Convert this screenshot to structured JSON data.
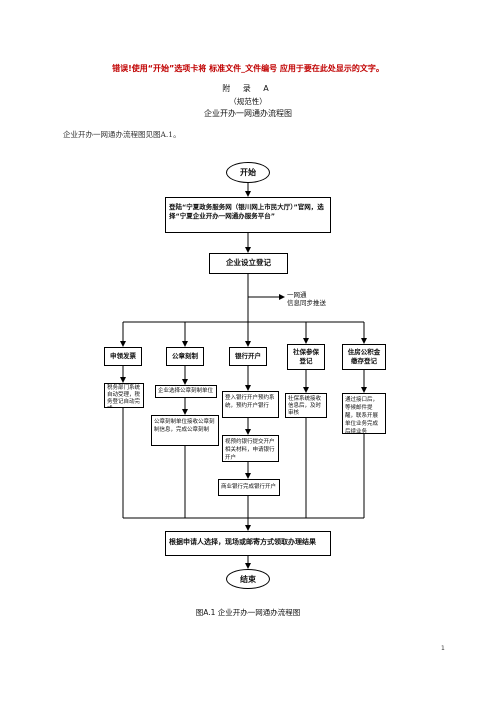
{
  "header": {
    "error_text": "错误!使用“开始”选项卡将 标准文件_文件编号 应用于要在此处显示的文字。",
    "appendix_label": "附 录 A",
    "normative_label": "（规范性）",
    "title": "企业开办一网通办流程图",
    "intro": "企业开办一网通办流程图见图A.1。"
  },
  "flow": {
    "start": "开始",
    "login": "登陆“宁夏政务服务网（银川网上市民大厅）”官网，选择“宁夏企业开办一网通办服务平台”",
    "register": "企业设立登记",
    "sync": "一网通\n信息同步推送",
    "branches": [
      {
        "title": "申领发票",
        "steps": [
          "税务部门系统自动受理，税务登记自动完成"
        ]
      },
      {
        "title": "公章刻制",
        "steps": [
          "企业选择公章刻制单位",
          "公章刻制单位接收公章刻制信息，完成公章刻制"
        ]
      },
      {
        "title": "银行开户",
        "steps": [
          "登入银行开户预约系统，预约开户银行",
          "视预约银行提交开户相关材料，申请银行开户",
          "商业银行完成银行开户"
        ]
      },
      {
        "title": "社保参保登记",
        "steps": [
          "社保系统接收信息后，及时审核"
        ]
      },
      {
        "title": "住房公积金缴存登记",
        "steps": [
          "通过接口后，等候邮件提醒，联系开展单位业务完成后续业务"
        ]
      }
    ],
    "result": "根据申请人选择，现场或邮寄方式领取办理结果",
    "end": "结束"
  },
  "figure_caption": "图A.1  企业开办一网通办流程图",
  "page_number": "1"
}
